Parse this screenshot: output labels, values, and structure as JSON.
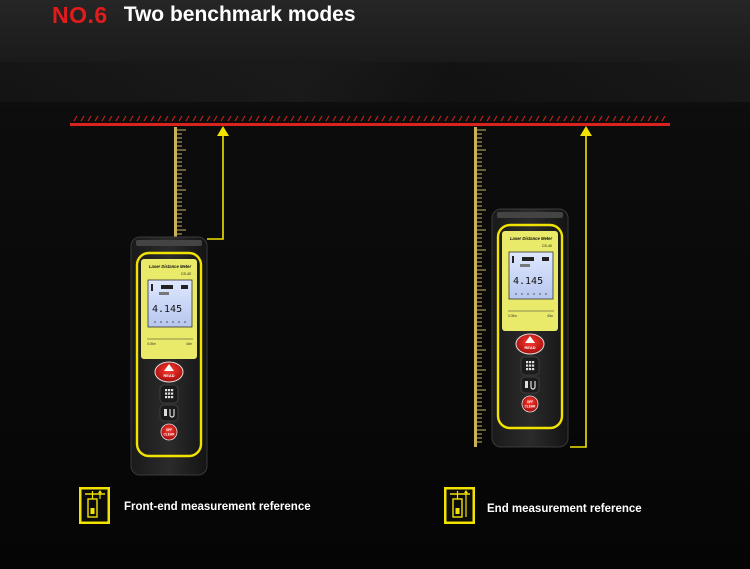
{
  "header": {
    "number": "NO.6",
    "title": "Two benchmark modes"
  },
  "device": {
    "label": "Laser Distance Meter",
    "model": "CS-40",
    "reading": "4.145",
    "range_left": "0.05m",
    "range_right": "40m",
    "read_label": "READ",
    "off_label": "OFF",
    "clear_label": "CLEAR"
  },
  "modes": [
    {
      "caption": "Front-end measurement reference"
    },
    {
      "caption": "End measurement reference"
    }
  ],
  "colors": {
    "accent_red": "#e21b1b",
    "laser": "#d8231f",
    "yellow": "#f2e200",
    "ruler": "#c9b35a"
  }
}
